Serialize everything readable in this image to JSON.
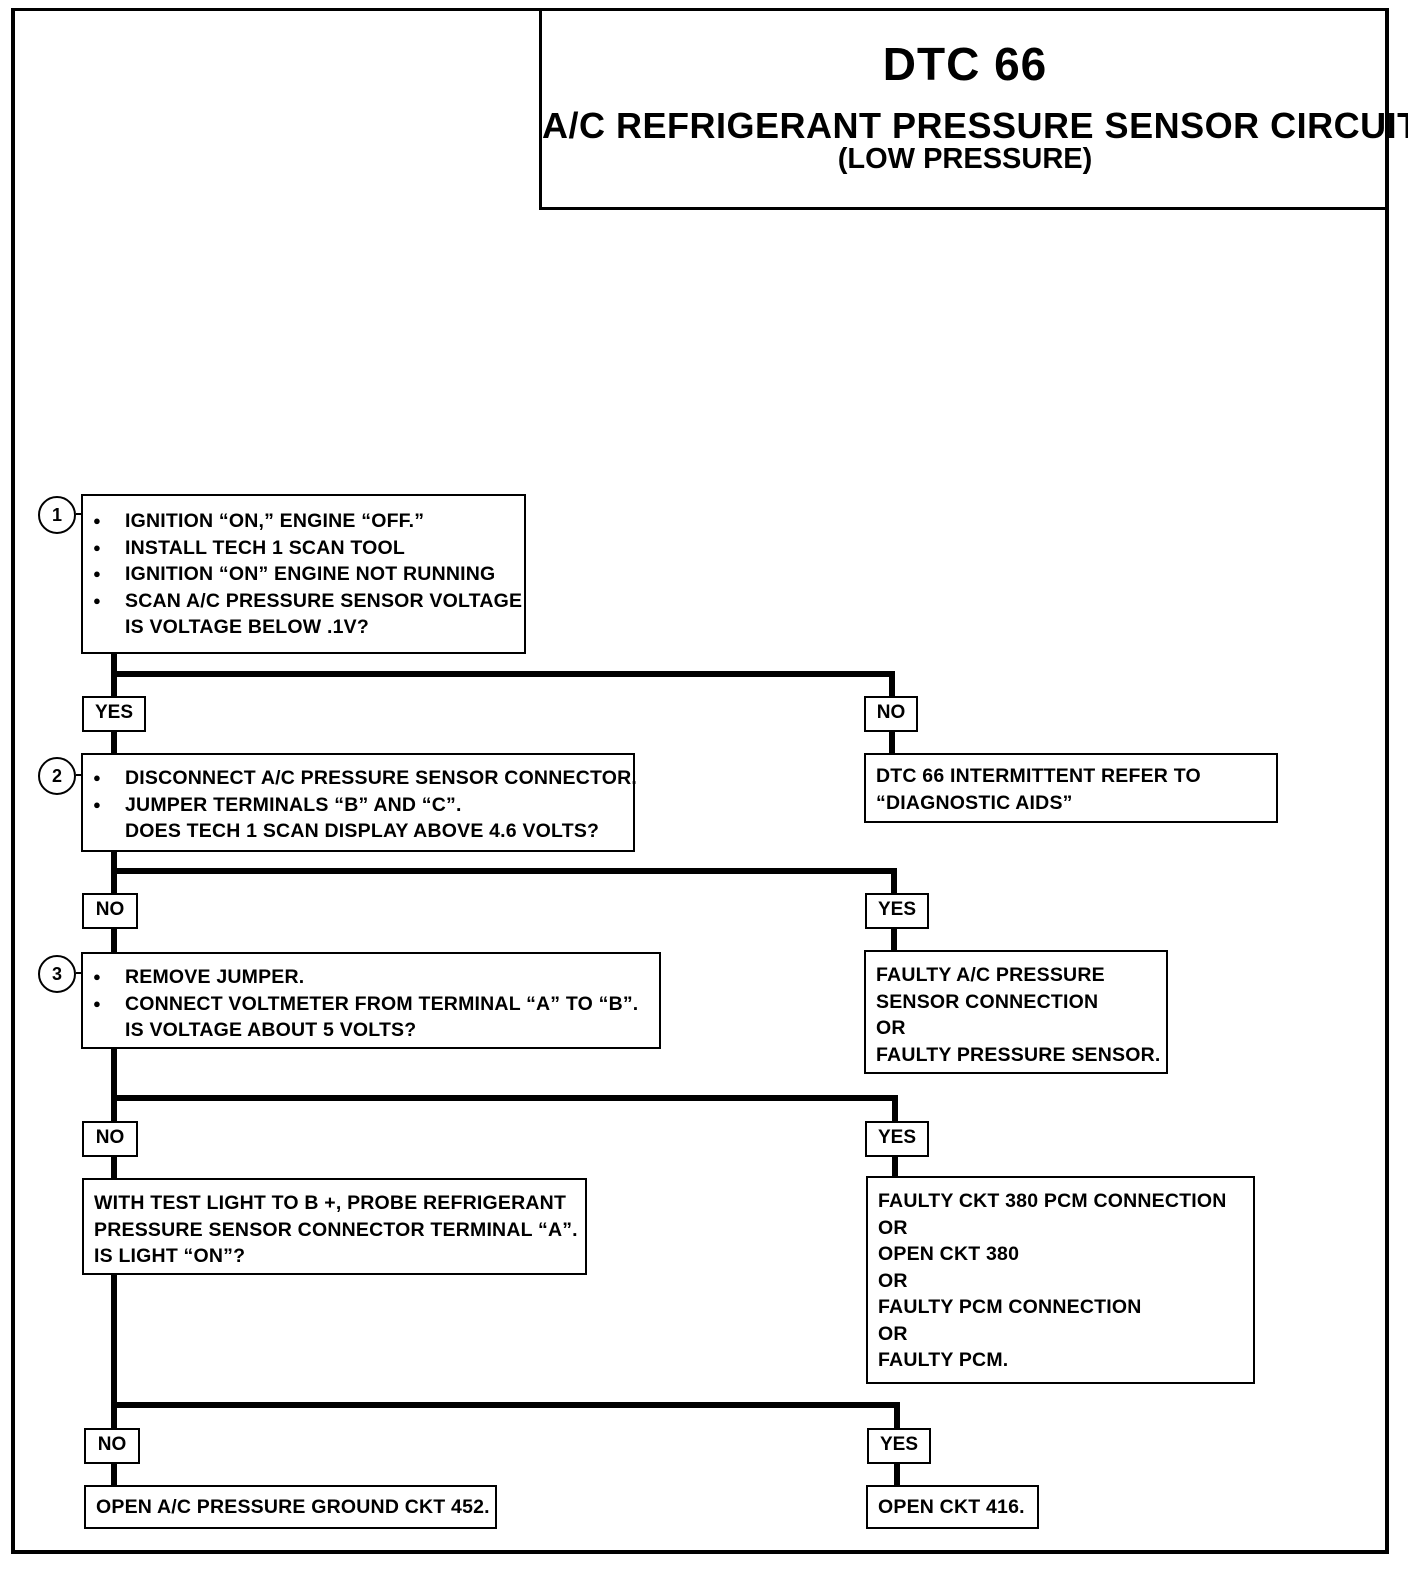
{
  "title": {
    "code": "DTC 66",
    "main": "A/C REFRIGERANT PRESSURE SENSOR CIRCUIT",
    "sub": "(LOW PRESSURE)"
  },
  "steps": [
    {
      "number": "1",
      "bullets": [
        "IGNITION “ON,” ENGINE “OFF.”",
        "INSTALL TECH 1 SCAN TOOL",
        "IGNITION “ON” ENGINE NOT RUNNING",
        "SCAN A/C PRESSURE SENSOR VOLTAGE"
      ],
      "question": "IS VOLTAGE BELOW .1V?",
      "left_answer": "YES",
      "right_answer": "NO"
    },
    {
      "number": "2",
      "bullets": [
        "DISCONNECT A/C PRESSURE SENSOR CONNECTOR.",
        "JUMPER TERMINALS “B” AND “C”."
      ],
      "question": "DOES TECH 1 SCAN DISPLAY ABOVE 4.6 VOLTS?",
      "left_answer": "NO",
      "right_answer": "YES"
    },
    {
      "number": "3",
      "bullets": [
        "REMOVE JUMPER.",
        "CONNECT VOLTMETER FROM TERMINAL “A” TO “B”."
      ],
      "question": "IS VOLTAGE  ABOUT 5 VOLTS?",
      "left_answer": "NO",
      "right_answer": "YES"
    },
    {
      "lines": [
        "WITH TEST LIGHT TO B +, PROBE REFRIGERANT",
        "PRESSURE SENSOR CONNECTOR TERMINAL “A”.",
        "IS LIGHT “ON”?"
      ],
      "left_answer": "NO",
      "right_answer": "YES"
    }
  ],
  "results": {
    "r1": [
      "DTC 66 INTERMITTENT REFER TO",
      "“DIAGNOSTIC AIDS”"
    ],
    "r2": [
      "FAULTY A/C PRESSURE",
      "SENSOR CONNECTION",
      "OR",
      "FAULTY PRESSURE SENSOR."
    ],
    "r3": [
      "FAULTY CKT 380 PCM CONNECTION",
      "OR",
      "OPEN CKT 380",
      "OR",
      "FAULTY PCM CONNECTION",
      "OR",
      "FAULTY PCM."
    ],
    "r4_left": "OPEN A/C PRESSURE GROUND CKT 452.",
    "r4_right": "OPEN CKT 416."
  }
}
